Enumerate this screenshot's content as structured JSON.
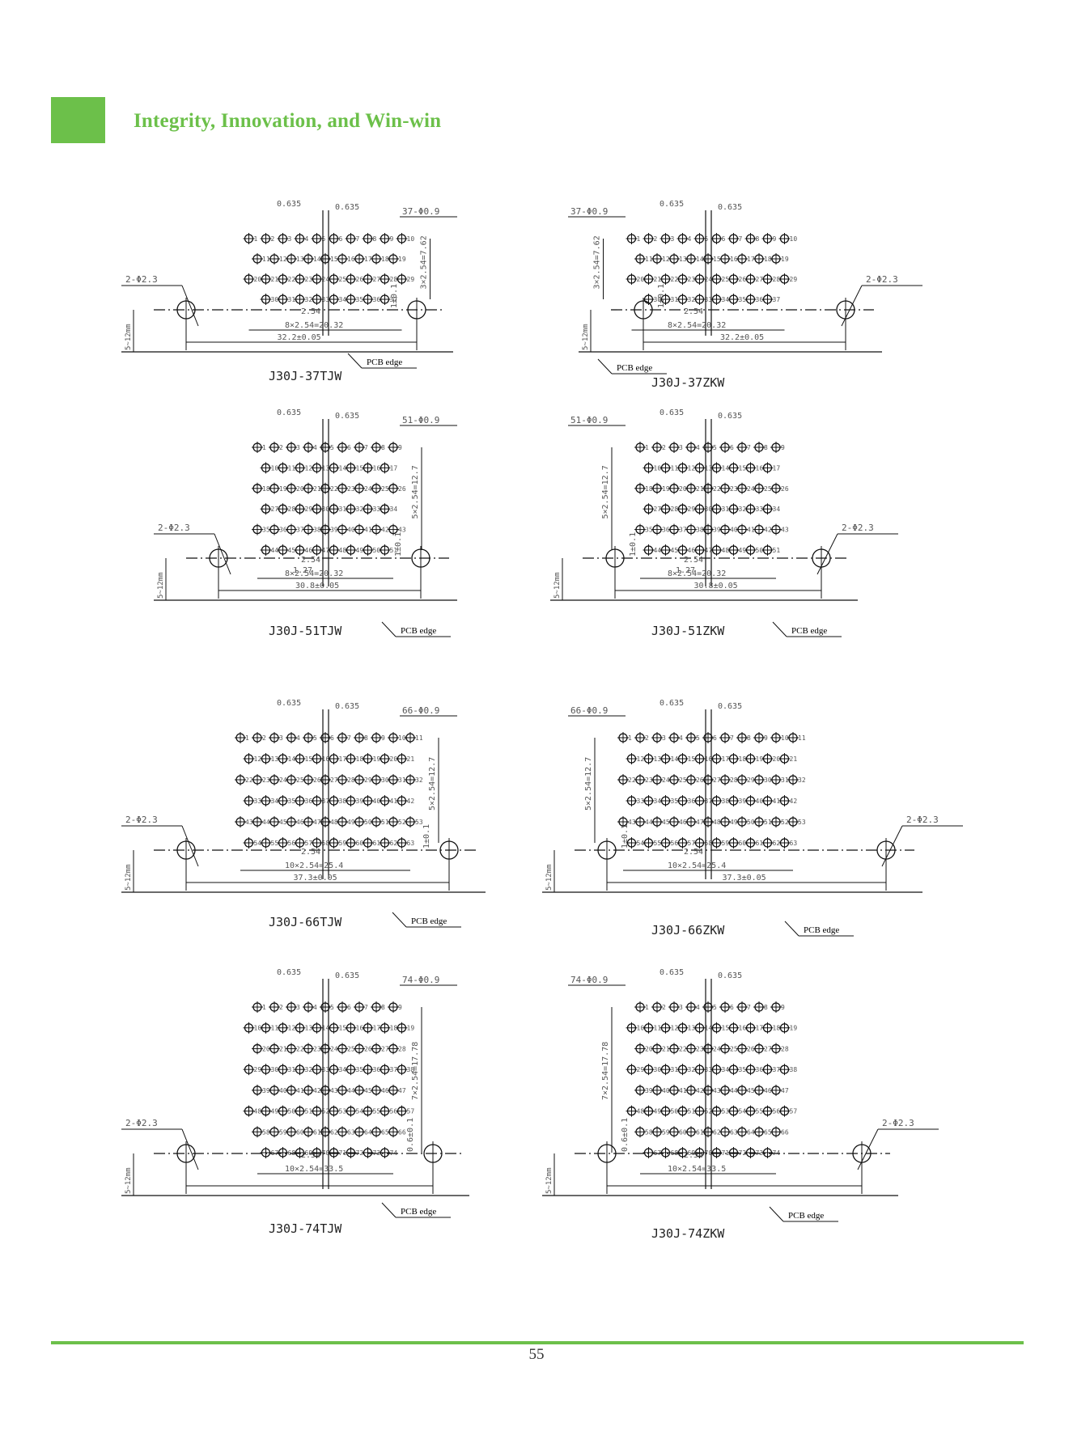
{
  "header": {
    "title": "Integrity, Innovation, and Win-win",
    "accent_color": "#6cc04a"
  },
  "footer": {
    "page_number": "55"
  },
  "drawing_common": {
    "pcb_edge": "PCB edge",
    "pin_spacing": "2.54",
    "half_offset": "0.635",
    "mount_hole": "2-Φ2.3",
    "edge_distance": "5~12mm"
  },
  "drawings": [
    {
      "model": "J30J-37TJW",
      "pin_callout": "37-Φ0.9",
      "row_dim": "8×2.54=20.32",
      "mount_dim": "32.2±0.05",
      "vert_dim": "3×2.54=7.62",
      "tol": "1±0.1",
      "counts": [
        10,
        9,
        10,
        8
      ]
    },
    {
      "model": "J30J-37ZKW",
      "pin_callout": "37-Φ0.9",
      "row_dim": "8×2.54=20.32",
      "mount_dim": "32.2±0.05",
      "vert_dim": "3×2.54=7.62",
      "tol": "1±0.1",
      "counts": [
        10,
        9,
        10,
        8
      ]
    },
    {
      "model": "J30J-51TJW",
      "pin_callout": "51-Φ0.9",
      "row_dim": "8×2.54=20.32",
      "mount_dim": "30.8±0.05",
      "vert_dim": "5×2.54=12.7",
      "tol": "1±0.1",
      "extra_a": "1.27",
      "counts": [
        9,
        8,
        9,
        8,
        9,
        8
      ]
    },
    {
      "model": "J30J-51ZKW",
      "pin_callout": "51-Φ0.9",
      "row_dim": "8×2.54=20.32",
      "mount_dim": "30.8±0.05",
      "vert_dim": "5×2.54=12.7",
      "tol": "1±0.1",
      "extra_a": "1.27",
      "counts": [
        9,
        8,
        9,
        8,
        9,
        8
      ]
    },
    {
      "model": "J30J-66TJW",
      "pin_callout": "66-Φ0.9",
      "row_dim": "10×2.54=25.4",
      "mount_dim": "37.3±0.05",
      "vert_dim": "5×2.54=12.7",
      "tol": "1±0.1",
      "counts": [
        11,
        10,
        11,
        10,
        11,
        10
      ]
    },
    {
      "model": "J30J-66ZKW",
      "pin_callout": "66-Φ0.9",
      "row_dim": "10×2.54=25.4",
      "mount_dim": "37.3±0.05",
      "vert_dim": "5×2.54=12.7",
      "tol": "1±0.1",
      "counts": [
        11,
        10,
        11,
        10,
        11,
        10
      ]
    },
    {
      "model": "J30J-74TJW",
      "pin_callout": "74-Φ0.9",
      "row_dim": "10×2.54=33.5",
      "mount_dim": "",
      "vert_dim": "7×2.54=17.78",
      "tol": "0.6±0.1",
      "counts": [
        9,
        10,
        9,
        10,
        9,
        10,
        9,
        8
      ]
    },
    {
      "model": "J30J-74ZKW",
      "pin_callout": "74-Φ0.9",
      "row_dim": "10×2.54=33.5",
      "mount_dim": "",
      "vert_dim": "7×2.54=17.78",
      "tol": "0.6±0.1",
      "counts": [
        9,
        10,
        9,
        10,
        9,
        10,
        9,
        8
      ]
    }
  ]
}
